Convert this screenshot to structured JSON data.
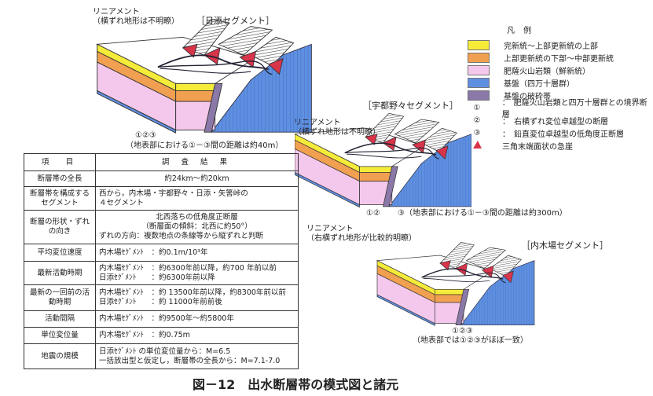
{
  "top_segment": {
    "name": "［日添セグメント］",
    "lineament": "リニアメント",
    "lineament_note": "（横ずれ地形は不明瞭）",
    "fault_marks": "①②③",
    "distance_note": "（地表部における①－③間の距離は約40m）"
  },
  "middle_segment": {
    "name": "［宇都野々セグメント］",
    "lineament": "リニアメント",
    "lineament_note": "（横ずれ地形は不明瞭）",
    "fault_marks": "①②",
    "distance_note": "③（地表部における①－③間の距離は約300m）"
  },
  "bottom_segment": {
    "name": "［内木場セグメント］",
    "lineament": "リニアメント",
    "lineament_note": "（右横ずれ地形が比較的明瞭）",
    "fault_marks": "①②③",
    "distance_note": "（地表部では①②③がほぼ一致）"
  },
  "legend": {
    "title": "凡 例",
    "items": [
      {
        "label": "完新統～上部更新統の上部",
        "color": "#f5ec3a"
      },
      {
        "label": "上部更新統の下部～中部更新統",
        "color": "#f0a050"
      },
      {
        "label": "肥薩火山岩類（鮮新統）",
        "color": "#f4c8ec"
      },
      {
        "label": "基盤（四万十層群）",
        "color": "#5f8fe0"
      },
      {
        "label": "基盤の破砕帯",
        "color": "#8a78a8"
      }
    ],
    "faults": [
      {
        "num": "①",
        "label": "：　肥薩火山岩類と四万十層群との境界断層"
      },
      {
        "num": "②",
        "label": "：　右横ずれ変位卓越型の断層"
      },
      {
        "num": "③",
        "label": "：　鉛直変位卓越型の低角度正断層"
      }
    ],
    "scarp_label": "三角末端面状の急崖",
    "scarp_color": "#d8344a"
  },
  "table": {
    "header": [
      "項　目",
      "調 査 結 果"
    ],
    "rows": [
      {
        "key": "断層帯の全長",
        "value": [
          "約24km～約20km"
        ]
      },
      {
        "key": "断層帯を構成するセグメント",
        "value": [
          "西から，内木場・宇都野々・日添・矢筈峠の",
          "４セグメント"
        ]
      },
      {
        "key": "断層の形状・ずれの向き",
        "value": [
          "北西落ちの低角度正断層",
          "（断層面の傾斜：北西に約50°）",
          "ずれの方向：複数地点の条線等から縦ずれと判断"
        ]
      },
      {
        "key": "平均変位速度",
        "value": [
          "内木場ｾｸﾞﾒﾝﾄ　：約0.1m/10³年"
        ]
      },
      {
        "key": "最新活動時期",
        "value": [
          "内木場ｾｸﾞﾒﾝﾄ　：約6300年前以降，約700 年前以前",
          "日添ｾｸﾞﾒﾝﾄ　　：約6300年前以降"
        ]
      },
      {
        "key": "最新の一回前の活動時期",
        "value": [
          "内木場ｾｸﾞﾒﾝﾄ　：約 13500年前以降，約8300年前以前",
          "日添ｾｸﾞﾒﾝﾄ　　：約 11000年前前後"
        ]
      },
      {
        "key": "活動間隔",
        "value": [
          "内木場ｾｸﾞﾒﾝﾄ　：約9500年～約5800年"
        ]
      },
      {
        "key": "単位変位量",
        "value": [
          "内木場ｾｸﾞﾒﾝﾄ　：約0.75m"
        ]
      },
      {
        "key": "地震の規模",
        "value": [
          "日添ｾｸﾞﾒﾝﾄ の単位変位量から：M=6.5",
          "一括放出型と仮定し，断層帯の全長から：M=7.1-7.0"
        ]
      }
    ]
  },
  "figure_title": "図－12　出水断層帯の模式図と諸元"
}
